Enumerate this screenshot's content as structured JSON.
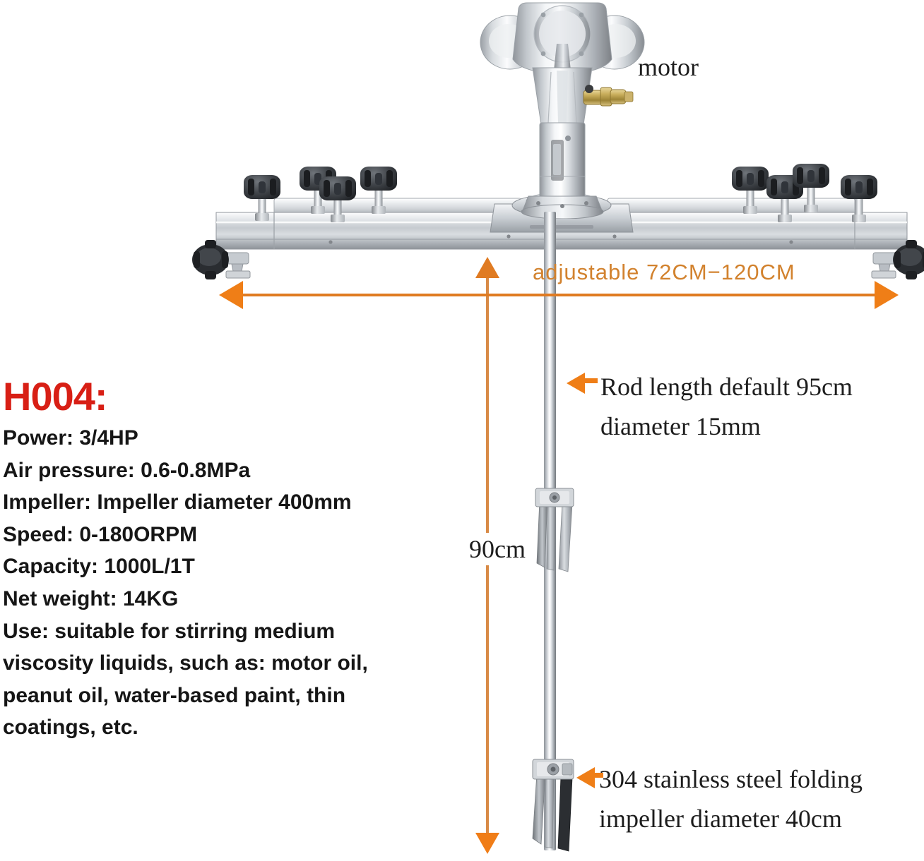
{
  "product": {
    "model": "H004:",
    "specs": [
      "Power: 3/4HP",
      "Air pressure: 0.6-0.8MPa",
      "Impeller: Impeller diameter 400mm",
      "Speed: 0-180ORPM",
      "Capacity: 1000L/1T",
      "Net weight: 14KG"
    ],
    "use_text": "Use: suitable for stirring medium viscosity liquids, such as: motor oil, peanut oil, water-based paint, thin coatings, etc."
  },
  "annotations": {
    "motor": "motor",
    "width_dimension": "adjustable 72CM−120CM",
    "height_dimension": "90cm",
    "rod_line1": "Rod length default 95cm",
    "rod_line2": "diameter 15mm",
    "impeller_line1": "304 stainless steel folding",
    "impeller_line2": "impeller diameter 40cm"
  },
  "colors": {
    "model_red": "#d81f15",
    "dimension_orange": "#ef7e17",
    "dimension_text_orange": "#d2822e",
    "body_text": "#161616",
    "metal_silver": "#c8ccd1",
    "knob_black": "#26292d",
    "background": "#ffffff"
  },
  "icons": {
    "left_arrow": "arrow-left-icon",
    "right_arrow": "arrow-right-icon",
    "up_arrow": "arrow-up-icon",
    "down_arrow": "arrow-down-icon",
    "pointer_arrow": "arrow-pointer-left-icon"
  }
}
